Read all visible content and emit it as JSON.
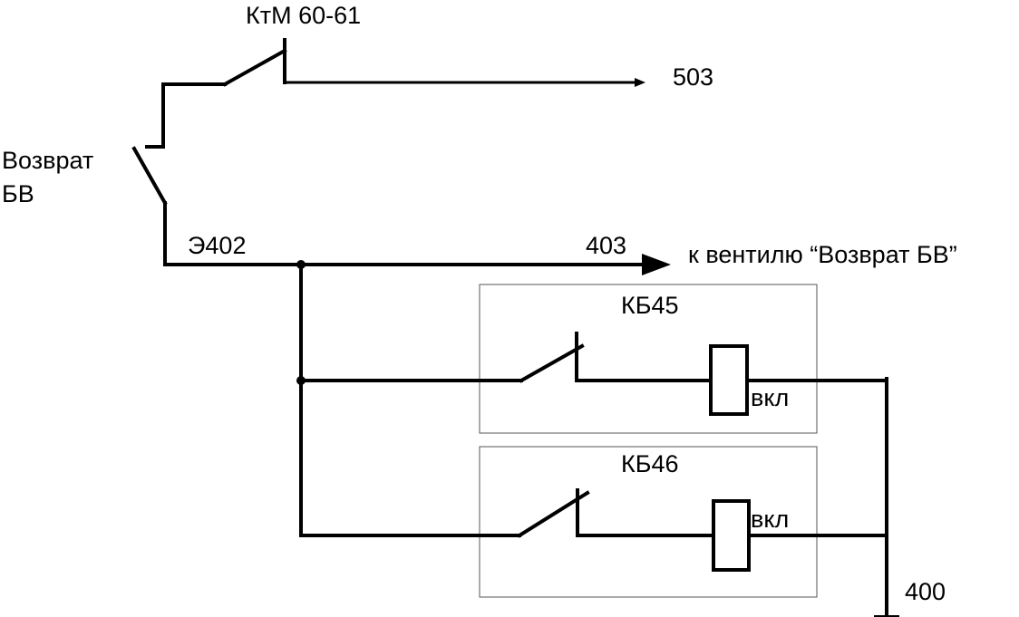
{
  "labels": {
    "ktm": "КтМ 60-61",
    "out503": "503",
    "return_line1": "Возврат",
    "return_line2": "БВ",
    "e402": "Э402",
    "out403": "403",
    "valve": "к вентилю “Возврат БВ”",
    "kb45": "КБ45",
    "kb46": "КБ46",
    "vkl1": "вкл",
    "vkl2": "вкл",
    "out400": "400"
  }
}
